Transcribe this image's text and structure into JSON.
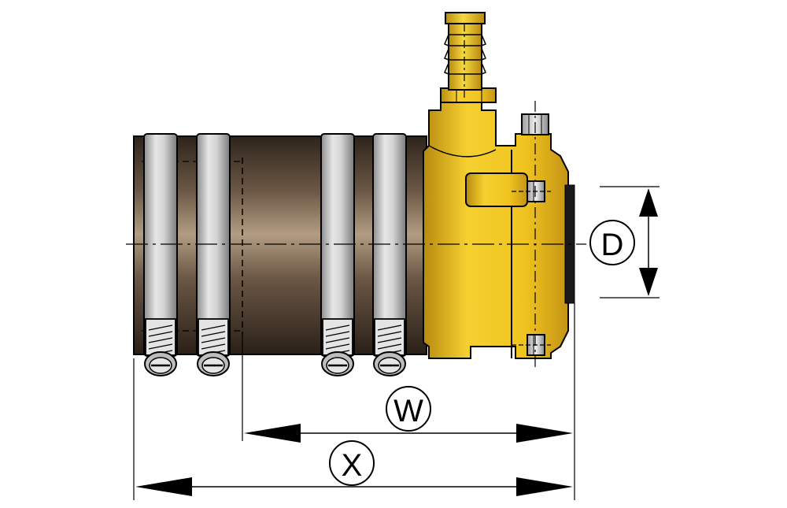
{
  "diagram": {
    "dimension_labels": {
      "d": "D",
      "w": "W",
      "x": "X"
    },
    "colors": {
      "hose": "#4a3a2c",
      "hose_highlight": "#a08a70",
      "clamp": "#c8c8c8",
      "brass": "#f0c020",
      "brass_shade": "#c09010",
      "outline": "#000000"
    }
  }
}
